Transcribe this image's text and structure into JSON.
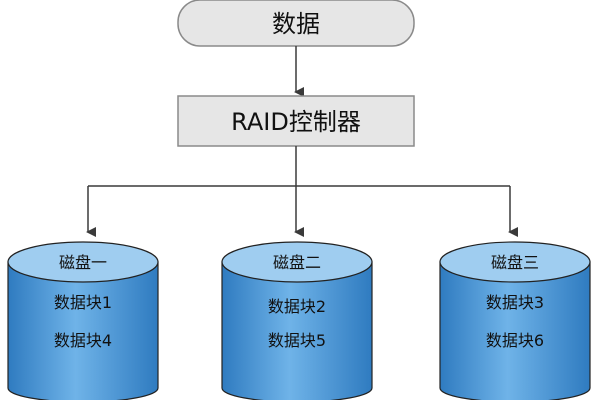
{
  "data_node": {
    "label": "数据"
  },
  "controller": {
    "label": "RAID控制器"
  },
  "disks": [
    {
      "name": "磁盘一",
      "blocks": [
        "数据块1",
        "数据块4"
      ]
    },
    {
      "name": "磁盘二",
      "blocks": [
        "数据块2",
        "数据块5"
      ]
    },
    {
      "name": "磁盘三",
      "blocks": [
        "数据块3",
        "数据块6"
      ]
    }
  ],
  "colors": {
    "box_fill": "#e6e6e6",
    "box_stroke": "#8a8a8a",
    "line": "#3a3a3a",
    "disk_body": "#4f9ad6",
    "disk_body_dark": "#2f7bc0",
    "disk_top": "#9fcdf0",
    "disk_stroke": "#222222"
  }
}
